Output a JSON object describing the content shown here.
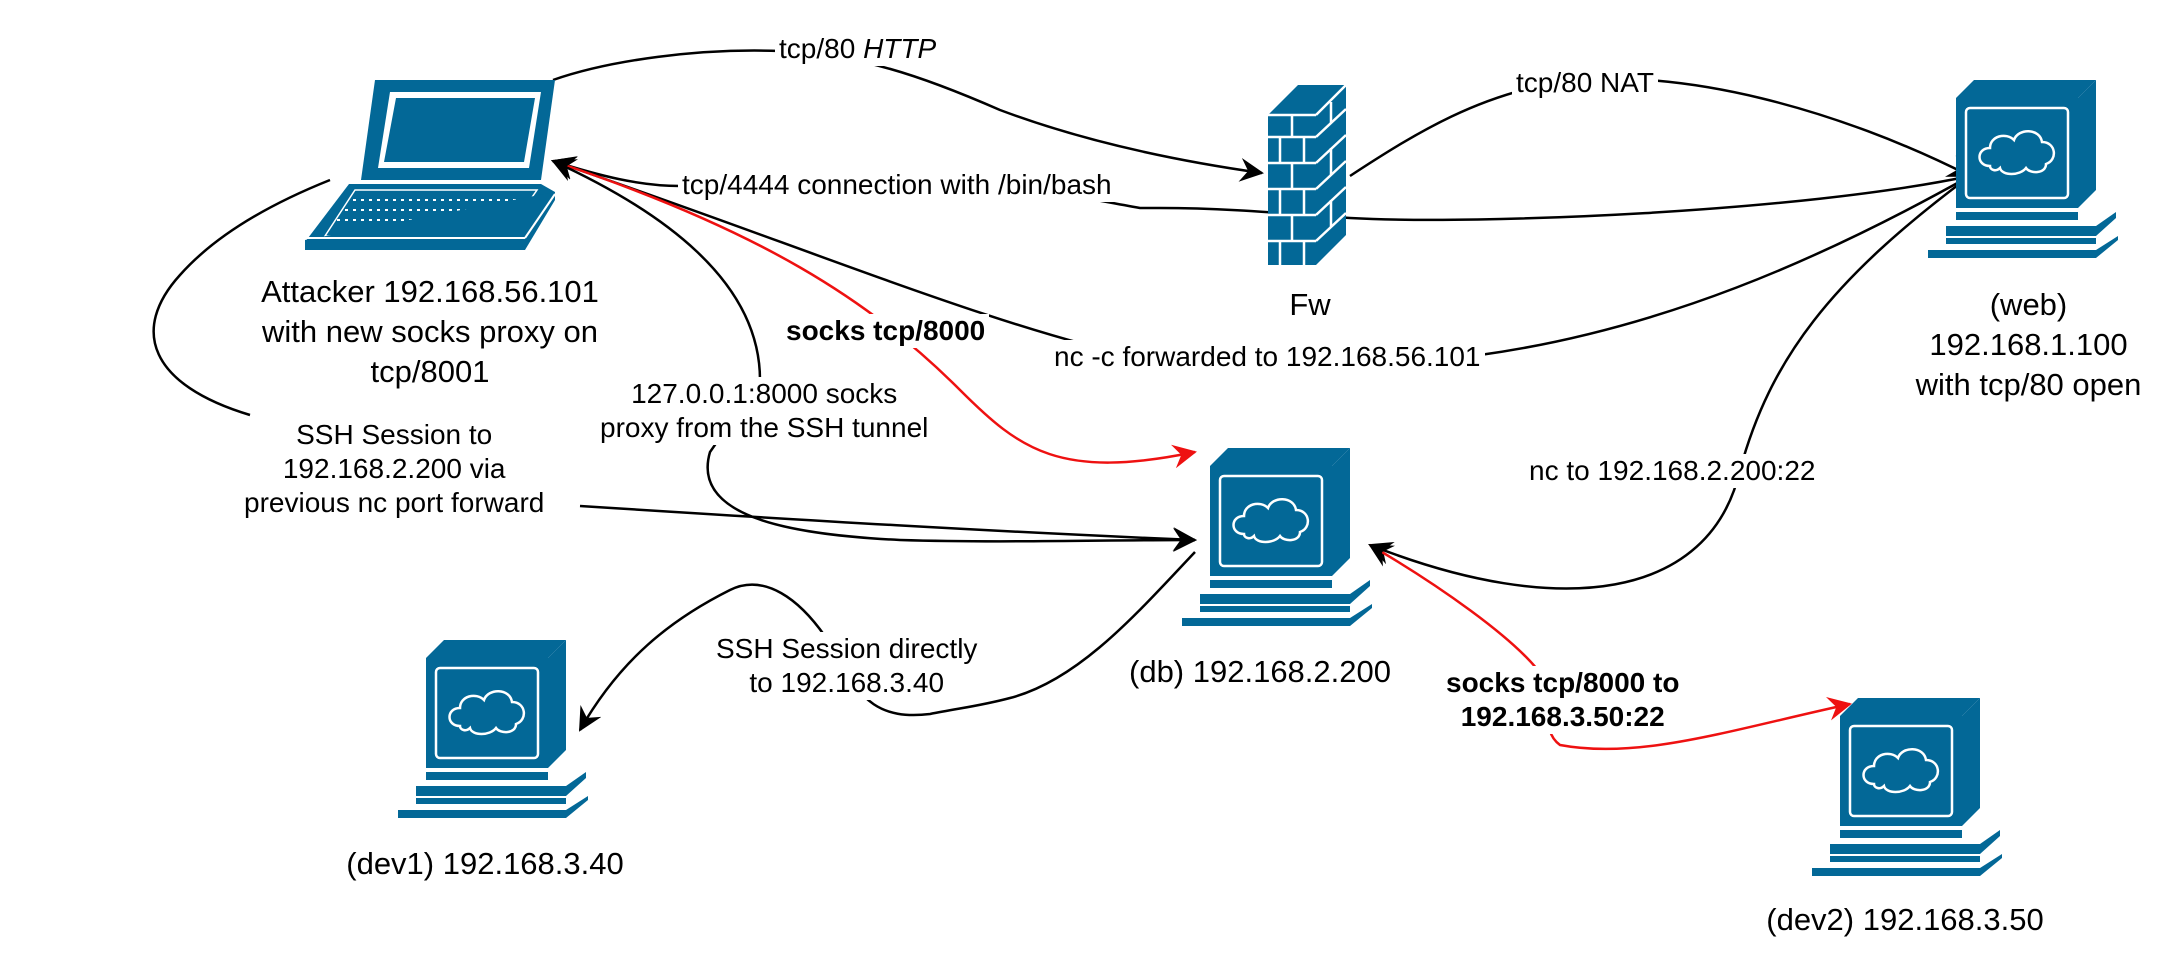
{
  "colors": {
    "device_fill": "#036897",
    "device_light": "#ffffff",
    "edge_black": "#000000",
    "edge_red": "#ee1111"
  },
  "nodes": {
    "attacker": {
      "icon": "laptop-icon",
      "label": "Attacker 192.168.56.101\nwith new socks proxy on\ntcp/8001"
    },
    "firewall": {
      "icon": "firewall-icon",
      "label": "Fw"
    },
    "web": {
      "icon": "workstation-icon",
      "label": "(web)\n192.168.1.100\nwith tcp/80 open"
    },
    "db": {
      "icon": "workstation-icon",
      "label": "(db) 192.168.2.200"
    },
    "dev1": {
      "icon": "workstation-icon",
      "label": "(dev1) 192.168.3.40"
    },
    "dev2": {
      "icon": "workstation-icon",
      "label": "(dev2) 192.168.3.50"
    }
  },
  "edges": {
    "http": {
      "text": "tcp/80",
      "text_italic": "HTTP"
    },
    "nat": {
      "text": "tcp/80 NAT"
    },
    "bash": {
      "text": "tcp/4444 connection with /bin/bash"
    },
    "nc_forward": {
      "text": "nc -c forwarded to 192.168.56.101"
    },
    "socks_8000": {
      "text": "socks tcp/8000"
    },
    "local_socks": {
      "text": "127.0.0.1:8000 socks\nproxy from the SSH tunnel"
    },
    "ssh_db": {
      "text": "SSH Session to\n192.168.2.200 via\nprevious nc port forward"
    },
    "nc_db": {
      "text": "nc to 192.168.2.200:22"
    },
    "ssh_dev1": {
      "text": "SSH Session directly\nto 192.168.3.40"
    },
    "socks_dev2": {
      "text": "socks tcp/8000 to\n192.168.3.50:22"
    }
  }
}
